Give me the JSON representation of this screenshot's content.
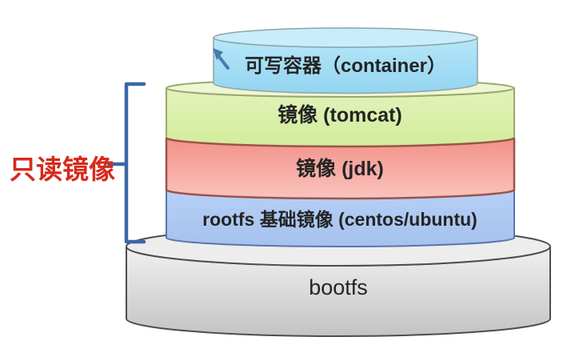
{
  "diagram": {
    "layers": [
      {
        "id": "container",
        "label": "可写容器（container）"
      },
      {
        "id": "tomcat",
        "label": "镜像 (tomcat)"
      },
      {
        "id": "jdk",
        "label": "镜像 (jdk)"
      },
      {
        "id": "rootfs",
        "label": "rootfs 基础镜像 (centos/ubuntu)"
      },
      {
        "id": "bootfs",
        "label": "bootfs"
      }
    ],
    "annotation": {
      "label": "只读镜像",
      "color": "#d6291b",
      "bracket_color": "#3a68a8"
    },
    "colors": {
      "background": "#ffffff",
      "text": "#242424",
      "arrow": "#4a7ab0",
      "container": {
        "top": "#c9edfb",
        "body_top": "#b7e7f9",
        "body_bottom": "#93d4f0",
        "stroke": "#8fa3a6"
      },
      "tomcat": {
        "top": "#eef6d3",
        "body_top": "#e3f2bd",
        "body_bottom": "#d3ec9a",
        "stroke": "#99a86d"
      },
      "jdk": {
        "body_top": "#f29188",
        "body_bottom": "#fac3bd",
        "stroke": "#9b544a"
      },
      "rootfs": {
        "body_top": "#b6d0f6",
        "body_bottom": "#a5c2ee",
        "stroke": "#5a74ac"
      },
      "bootfs": {
        "top": "#ededed",
        "body_top": "#f1f1f1",
        "body_bottom": "#c3c3c3",
        "stroke": "#4d4d4d"
      }
    }
  }
}
